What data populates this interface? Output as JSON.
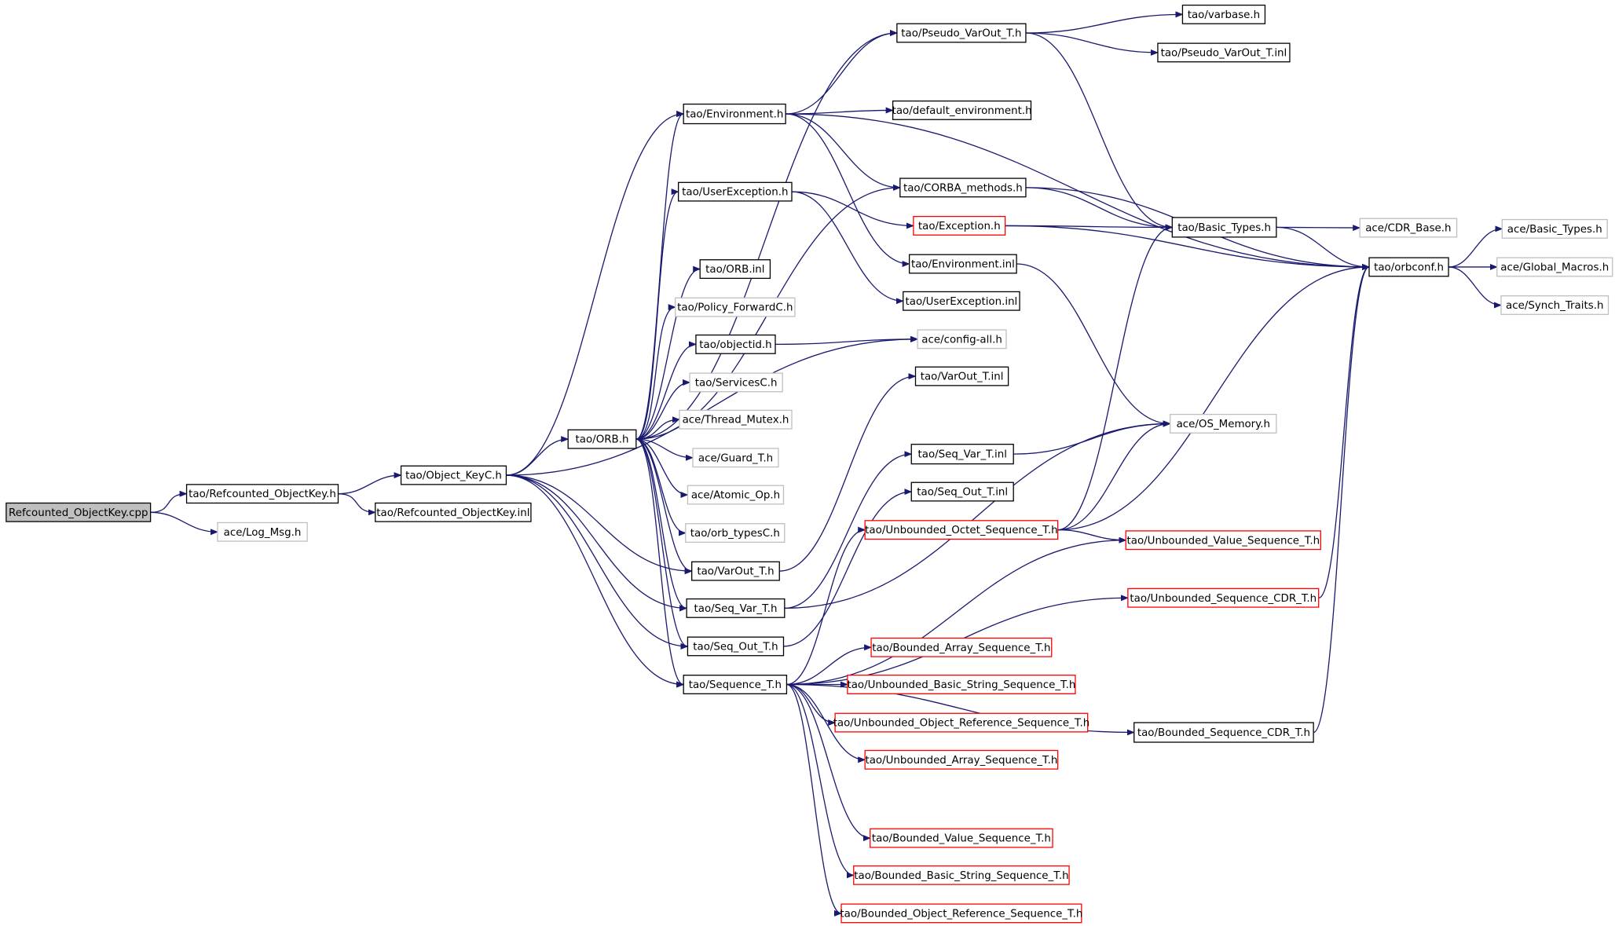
{
  "colors": {
    "edge": "#191970",
    "border_default": "#000000",
    "border_undocumented": "#bfbfbf",
    "border_truncated": "#ff0000",
    "root_fill": "#bfbfbf",
    "node_fill": "#ffffff"
  },
  "nodes": [
    {
      "id": "root",
      "label": "Refcounted_ObjectKey.cpp",
      "kind": "root"
    },
    {
      "id": "rc_h",
      "label": "tao/Refcounted_ObjectKey.h",
      "kind": "default"
    },
    {
      "id": "logmsg",
      "label": "ace/Log_Msg.h",
      "kind": "undocumented"
    },
    {
      "id": "okey",
      "label": "tao/Object_KeyC.h",
      "kind": "default"
    },
    {
      "id": "rc_inl",
      "label": "tao/Refcounted_ObjectKey.inl",
      "kind": "default"
    },
    {
      "id": "orb",
      "label": "tao/ORB.h",
      "kind": "default"
    },
    {
      "id": "env",
      "label": "tao/Environment.h",
      "kind": "default"
    },
    {
      "id": "pvo",
      "label": "tao/Pseudo_VarOut_T.h",
      "kind": "default"
    },
    {
      "id": "varbase",
      "label": "tao/varbase.h",
      "kind": "default"
    },
    {
      "id": "pvo_inl",
      "label": "tao/Pseudo_VarOut_T.inl",
      "kind": "default"
    },
    {
      "id": "defenv",
      "label": "tao/default_environment.h",
      "kind": "default"
    },
    {
      "id": "uexc",
      "label": "tao/UserException.h",
      "kind": "default"
    },
    {
      "id": "corba",
      "label": "tao/CORBA_methods.h",
      "kind": "default"
    },
    {
      "id": "exc",
      "label": "tao/Exception.h",
      "kind": "truncated"
    },
    {
      "id": "env_inl",
      "label": "tao/Environment.inl",
      "kind": "default"
    },
    {
      "id": "uexc_inl",
      "label": "tao/UserException.inl",
      "kind": "default"
    },
    {
      "id": "orb_inl",
      "label": "tao/ORB.inl",
      "kind": "default"
    },
    {
      "id": "polfwd",
      "label": "tao/Policy_ForwardC.h",
      "kind": "undocumented"
    },
    {
      "id": "objid",
      "label": "tao/objectid.h",
      "kind": "default"
    },
    {
      "id": "cfgall",
      "label": "ace/config-all.h",
      "kind": "undocumented"
    },
    {
      "id": "svcc",
      "label": "tao/ServicesC.h",
      "kind": "undocumented"
    },
    {
      "id": "thrmtx",
      "label": "ace/Thread_Mutex.h",
      "kind": "undocumented"
    },
    {
      "id": "guard",
      "label": "ace/Guard_T.h",
      "kind": "undocumented"
    },
    {
      "id": "atomic",
      "label": "ace/Atomic_Op.h",
      "kind": "undocumented"
    },
    {
      "id": "orbtypes",
      "label": "tao/orb_typesC.h",
      "kind": "undocumented"
    },
    {
      "id": "varout",
      "label": "tao/VarOut_T.h",
      "kind": "default"
    },
    {
      "id": "seqvar",
      "label": "tao/Seq_Var_T.h",
      "kind": "default"
    },
    {
      "id": "seqout",
      "label": "tao/Seq_Out_T.h",
      "kind": "default"
    },
    {
      "id": "seqt",
      "label": "tao/Sequence_T.h",
      "kind": "default"
    },
    {
      "id": "btypes",
      "label": "tao/Basic_Types.h",
      "kind": "default"
    },
    {
      "id": "cdrbase",
      "label": "ace/CDR_Base.h",
      "kind": "undocumented"
    },
    {
      "id": "orbconf",
      "label": "tao/orbconf.h",
      "kind": "default"
    },
    {
      "id": "ace_bt",
      "label": "ace/Basic_Types.h",
      "kind": "undocumented"
    },
    {
      "id": "gmac",
      "label": "ace/Global_Macros.h",
      "kind": "undocumented"
    },
    {
      "id": "synch",
      "label": "ace/Synch_Traits.h",
      "kind": "undocumented"
    },
    {
      "id": "varout_inl",
      "label": "tao/VarOut_T.inl",
      "kind": "default"
    },
    {
      "id": "osmem",
      "label": "ace/OS_Memory.h",
      "kind": "undocumented"
    },
    {
      "id": "seqvar_inl",
      "label": "tao/Seq_Var_T.inl",
      "kind": "default"
    },
    {
      "id": "seqout_inl",
      "label": "tao/Seq_Out_T.inl",
      "kind": "default"
    },
    {
      "id": "uoct",
      "label": "tao/Unbounded_Octet_Sequence_T.h",
      "kind": "truncated"
    },
    {
      "id": "uval",
      "label": "tao/Unbounded_Value_Sequence_T.h",
      "kind": "truncated"
    },
    {
      "id": "ucdr",
      "label": "tao/Unbounded_Sequence_CDR_T.h",
      "kind": "truncated"
    },
    {
      "id": "barr",
      "label": "tao/Bounded_Array_Sequence_T.h",
      "kind": "truncated"
    },
    {
      "id": "ubstr",
      "label": "tao/Unbounded_Basic_String_Sequence_T.h",
      "kind": "truncated"
    },
    {
      "id": "uobj",
      "label": "tao/Unbounded_Object_Reference_Sequence_T.h",
      "kind": "truncated"
    },
    {
      "id": "uarr",
      "label": "tao/Unbounded_Array_Sequence_T.h",
      "kind": "truncated"
    },
    {
      "id": "bcdr",
      "label": "tao/Bounded_Sequence_CDR_T.h",
      "kind": "default"
    },
    {
      "id": "bval",
      "label": "tao/Bounded_Value_Sequence_T.h",
      "kind": "truncated"
    },
    {
      "id": "bbstr",
      "label": "tao/Bounded_Basic_String_Sequence_T.h",
      "kind": "truncated"
    },
    {
      "id": "bobj",
      "label": "tao/Bounded_Object_Reference_Sequence_T.h",
      "kind": "truncated"
    }
  ],
  "edges": [
    [
      "root",
      "rc_h"
    ],
    [
      "root",
      "logmsg"
    ],
    [
      "rc_h",
      "okey"
    ],
    [
      "rc_h",
      "rc_inl"
    ],
    [
      "okey",
      "orb"
    ],
    [
      "okey",
      "env"
    ],
    [
      "okey",
      "cfgall"
    ],
    [
      "okey",
      "varout"
    ],
    [
      "okey",
      "seqvar"
    ],
    [
      "okey",
      "seqout"
    ],
    [
      "okey",
      "seqt"
    ],
    [
      "orb",
      "env"
    ],
    [
      "orb",
      "pvo"
    ],
    [
      "orb",
      "corba"
    ],
    [
      "orb",
      "uexc"
    ],
    [
      "orb",
      "orb_inl"
    ],
    [
      "orb",
      "polfwd"
    ],
    [
      "orb",
      "objid"
    ],
    [
      "orb",
      "svcc"
    ],
    [
      "orb",
      "thrmtx"
    ],
    [
      "orb",
      "guard"
    ],
    [
      "orb",
      "atomic"
    ],
    [
      "orb",
      "orbtypes"
    ],
    [
      "orb",
      "varout"
    ],
    [
      "orb",
      "seqvar"
    ],
    [
      "orb",
      "seqout"
    ],
    [
      "orb",
      "seqt"
    ],
    [
      "env",
      "pvo"
    ],
    [
      "env",
      "defenv"
    ],
    [
      "env",
      "corba"
    ],
    [
      "env",
      "env_inl"
    ],
    [
      "env",
      "orbconf"
    ],
    [
      "pvo",
      "varbase"
    ],
    [
      "pvo",
      "pvo_inl"
    ],
    [
      "pvo",
      "btypes"
    ],
    [
      "uexc",
      "exc"
    ],
    [
      "uexc",
      "uexc_inl"
    ],
    [
      "corba",
      "btypes"
    ],
    [
      "corba",
      "orbconf"
    ],
    [
      "exc",
      "btypes"
    ],
    [
      "exc",
      "orbconf"
    ],
    [
      "env_inl",
      "osmem"
    ],
    [
      "objid",
      "cfgall"
    ],
    [
      "btypes",
      "cdrbase"
    ],
    [
      "btypes",
      "orbconf"
    ],
    [
      "orbconf",
      "ace_bt"
    ],
    [
      "orbconf",
      "gmac"
    ],
    [
      "orbconf",
      "synch"
    ],
    [
      "varout",
      "varout_inl"
    ],
    [
      "seqvar",
      "seqvar_inl"
    ],
    [
      "seqvar",
      "osmem"
    ],
    [
      "seqout",
      "seqout_inl"
    ],
    [
      "seqvar_inl",
      "osmem"
    ],
    [
      "seqt",
      "barr"
    ],
    [
      "seqt",
      "ubstr"
    ],
    [
      "seqt",
      "uobj"
    ],
    [
      "seqt",
      "uarr"
    ],
    [
      "seqt",
      "bcdr"
    ],
    [
      "seqt",
      "bval"
    ],
    [
      "seqt",
      "bbstr"
    ],
    [
      "seqt",
      "bobj"
    ],
    [
      "seqt",
      "uoct"
    ],
    [
      "seqt",
      "uval"
    ],
    [
      "seqt",
      "ucdr"
    ],
    [
      "uoct",
      "uval"
    ],
    [
      "uoct",
      "btypes"
    ],
    [
      "uoct",
      "orbconf"
    ],
    [
      "uoct",
      "osmem"
    ],
    [
      "ucdr",
      "orbconf"
    ],
    [
      "bcdr",
      "orbconf"
    ]
  ]
}
